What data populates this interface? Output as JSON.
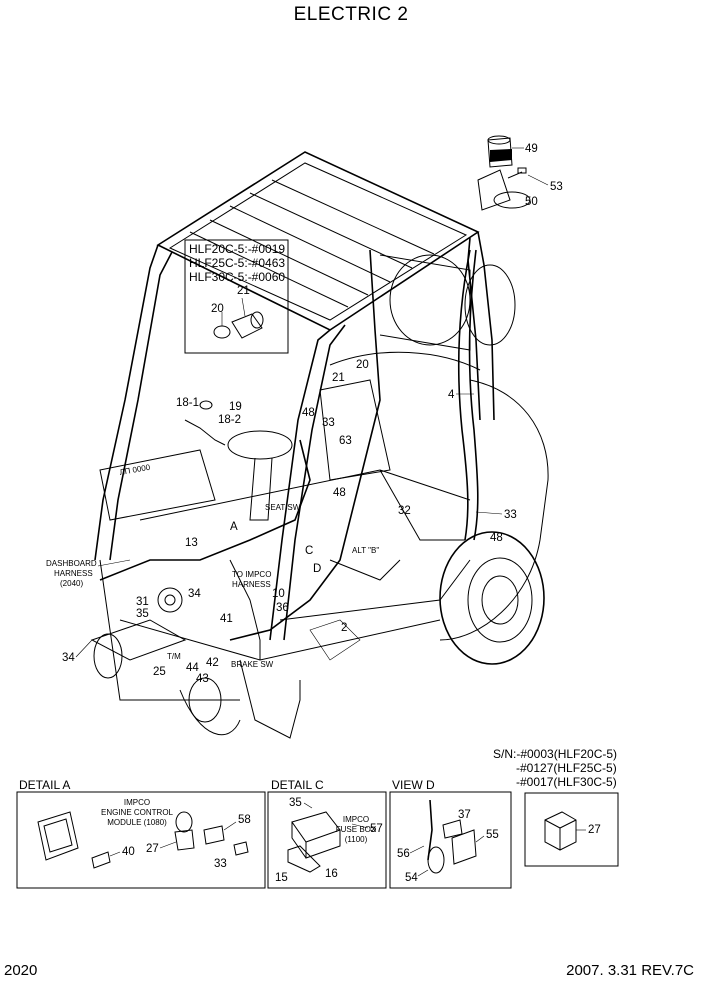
{
  "title": "ELECTRIC 2",
  "footer": {
    "page": "2020",
    "revision": "2007. 3.31 REV.7C"
  },
  "serial_box": {
    "lines": [
      "HLF20C-5:-#0019",
      "HLF25C-5:-#0463",
      "HLF30C-5:-#0060"
    ]
  },
  "serial_right": {
    "lines": [
      "S/N:-#0003(HLF20C-5)",
      "-#0127(HLF25C-5)",
      "-#0017(HLF30C-5)"
    ]
  },
  "main_labels": {
    "l49": "49",
    "l53": "53",
    "l50": "50",
    "l21a": "21",
    "l20a": "20",
    "l20b": "20",
    "l21b": "21",
    "l4": "4",
    "l18_1": "18-1",
    "l19": "19",
    "l18_2": "18-2",
    "l48a": "48",
    "l33a": "33",
    "l63": "63",
    "l48b": "48",
    "l32": "32",
    "l33b": "33",
    "l48c": "48",
    "l13": "13",
    "lA": "A",
    "lC": "C",
    "lD": "D",
    "l31": "31",
    "l35": "35",
    "l34a": "34",
    "l10": "10",
    "l36": "36",
    "l41": "41",
    "l2": "2",
    "l34b": "34",
    "l44": "44",
    "l42": "42",
    "l25": "25",
    "l43": "43"
  },
  "callouts": {
    "dashboard_harness": [
      "DASHBOARD",
      "HARNESS",
      "(2040)"
    ],
    "seat_sw": "SEAT SW",
    "alt_b": "ALT \"B\"",
    "to_impco": [
      "TO IMPCO",
      "HARNESS"
    ],
    "tm": "T/M",
    "brake_sw": "BRAKE SW"
  },
  "detail_a": {
    "heading": "DETAIL A",
    "module_text": [
      "IMPCO",
      "ENGINE CONTROL",
      "MODULE (1080)"
    ],
    "labels": {
      "l40": "40",
      "l27": "27",
      "l58": "58",
      "l33": "33"
    }
  },
  "detail_c": {
    "heading": "DETAIL C",
    "fuse_text": [
      "IMPCO",
      "FUSE BOX",
      "(1100)"
    ],
    "labels": {
      "l35": "35",
      "l57": "57",
      "l15": "15",
      "l16": "16"
    }
  },
  "view_d": {
    "heading": "VIEW D",
    "labels": {
      "l37": "37",
      "l55": "55",
      "l56": "56",
      "l54": "54"
    }
  },
  "relay_box": {
    "labels": {
      "l27": "27"
    }
  }
}
